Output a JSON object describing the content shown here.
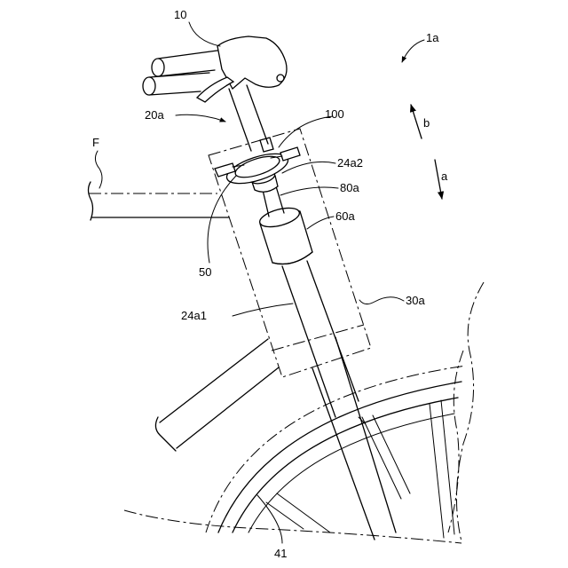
{
  "labels": {
    "ref_10": "10",
    "ref_1a": "1a",
    "ref_20a": "20a",
    "ref_100": "100",
    "ref_b": "b",
    "ref_F": "F",
    "ref_24a2": "24a2",
    "ref_a": "a",
    "ref_80a": "80a",
    "ref_60a": "60a",
    "ref_50": "50",
    "ref_24a1": "24a1",
    "ref_30a": "30a",
    "ref_41": "41"
  },
  "colors": {
    "line": "#000000",
    "background": "#ffffff"
  }
}
